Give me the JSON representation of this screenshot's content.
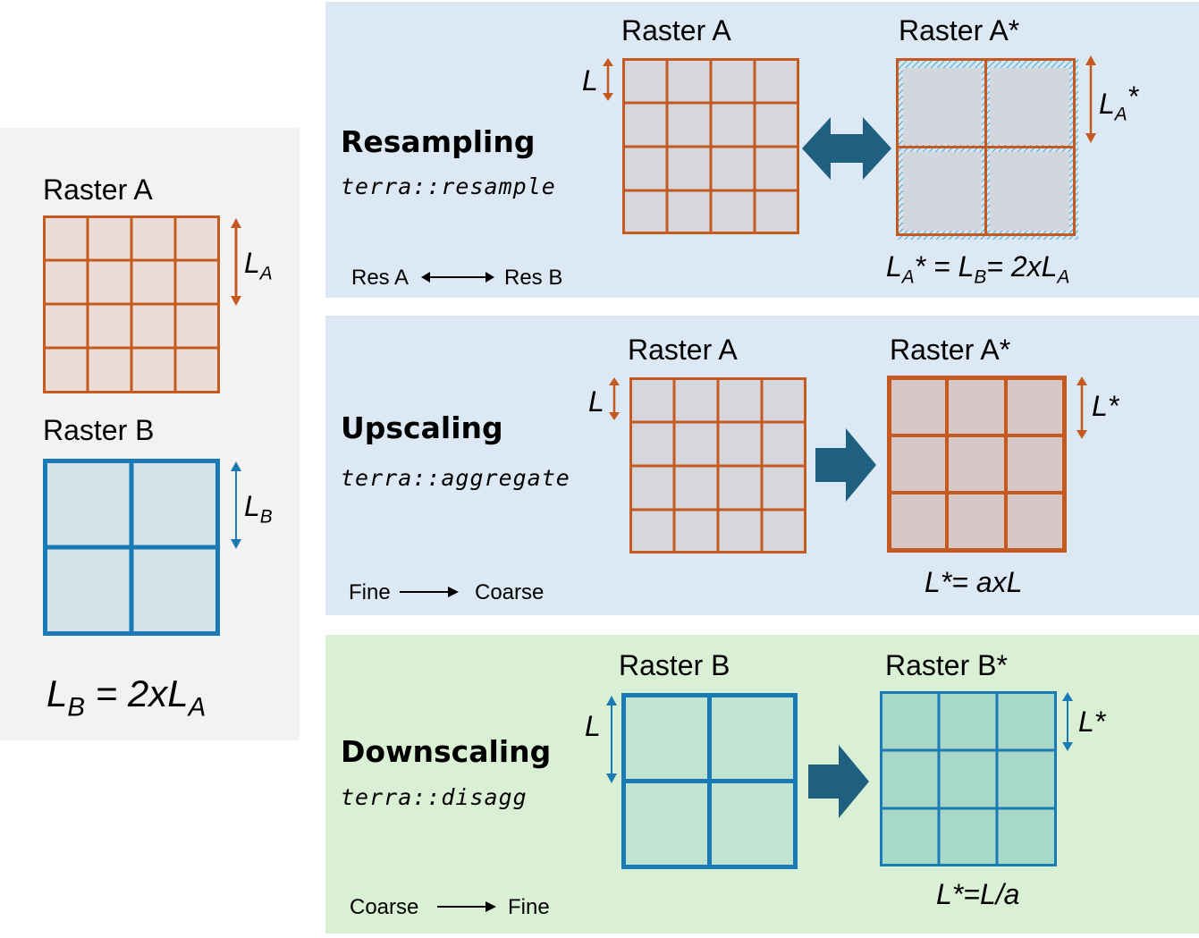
{
  "left": {
    "raster_a_title": "Raster A",
    "raster_a_length": {
      "main": "L",
      "sub": "A"
    },
    "raster_b_title": "Raster B",
    "raster_b_length": {
      "main": "L",
      "sub": "B"
    },
    "equation": {
      "lhs": "L",
      "lhs_sub": "B",
      "mid": " = 2xL",
      "rhs_sub": "A"
    }
  },
  "resampling": {
    "title": "Resampling",
    "function": "terra::resample",
    "source_title": "Raster A",
    "target_title": "Raster A*",
    "source_length": "L",
    "target_length": {
      "main": "L",
      "sub": "A",
      "sup": "*"
    },
    "flow_from": "Res A",
    "flow_to": "Res B",
    "equation": {
      "p1": "L",
      "p1_sub": "A",
      "p2": "* = L",
      "p2_sub": "B",
      "p3": "= 2xL",
      "p3_sub": "A"
    }
  },
  "upscaling": {
    "title": "Upscaling",
    "function": "terra::aggregate",
    "source_title": "Raster A",
    "target_title": "Raster A*",
    "source_length": "L",
    "target_length": "L*",
    "flow_from": "Fine",
    "flow_to": "Coarse",
    "equation": "L*= axL"
  },
  "downscaling": {
    "title": "Downscaling",
    "function": "terra::disagg",
    "source_title": "Raster B",
    "target_title": "Raster B*",
    "source_length": "L",
    "target_length": "L*",
    "flow_from": "Coarse",
    "flow_to": "Fine",
    "equation": "L*=L/a"
  },
  "colors": {
    "raster_a_stroke": "#c55a21",
    "raster_a_fill": "#eadcd8",
    "raster_b_stroke": "#1a7ab5",
    "raster_b_fill": "#d6e3ea",
    "resampled_fill": "#d2d7de",
    "upscaled_fill": "#d7c7c6",
    "downscale_source_fill": "#c4e4d3",
    "downscale_target_fill": "#a8d8c8",
    "arrow_fill": "#1f5f80",
    "hatch": "#4ba3d4"
  }
}
